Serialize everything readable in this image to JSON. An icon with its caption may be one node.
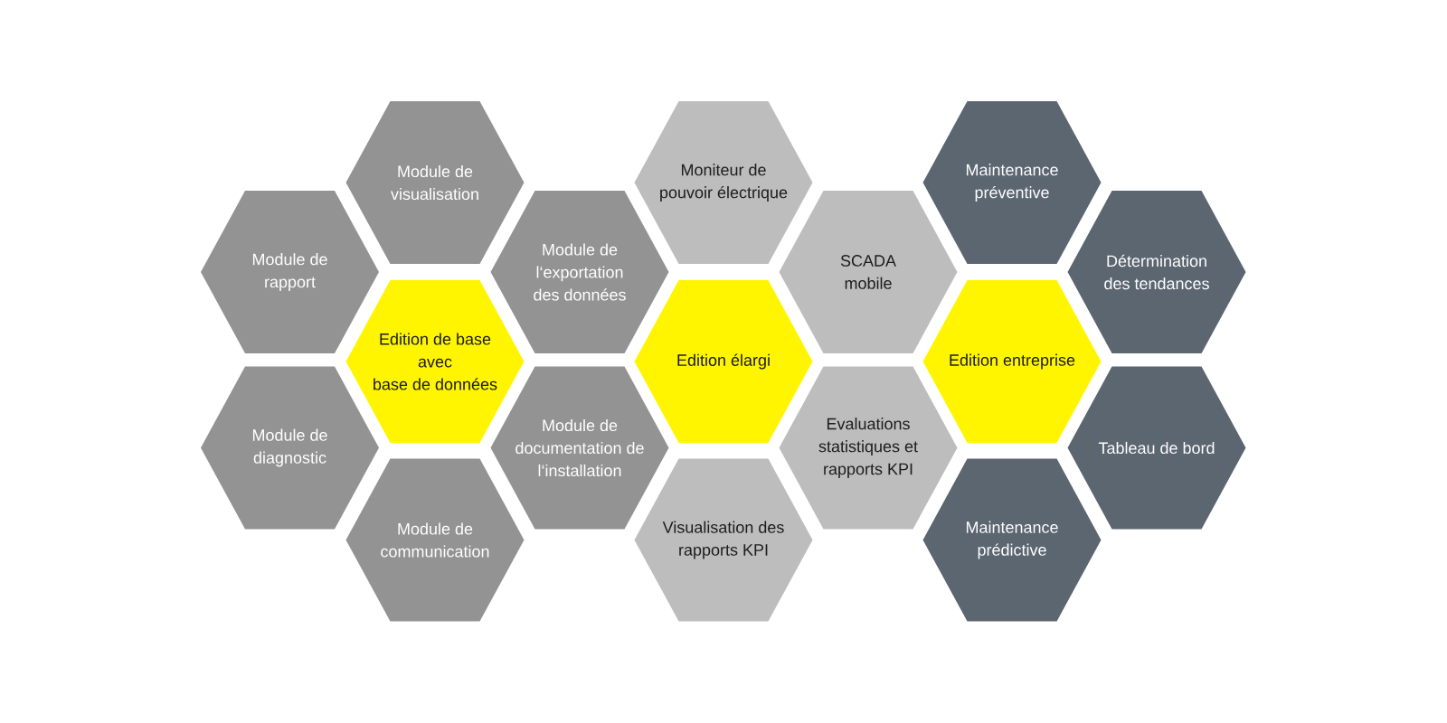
{
  "diagram": {
    "nodes": [
      {
        "text": [
          "Module de visualisation"
        ]
      },
      {
        "text": [
          "Moniteur de pouvoir électrique"
        ]
      },
      {
        "text": [
          "Maintenance préventive"
        ]
      },
      {
        "text": [
          "Module de rapport"
        ]
      },
      {
        "text": [
          "Module de l‘exportation des données"
        ]
      },
      {
        "text": [
          "SCADA mobile"
        ]
      },
      {
        "text": [
          "Détermination des tendances"
        ]
      },
      {
        "text": [
          "Edition de base avec base de données"
        ]
      },
      {
        "text": [
          "Edition élargi"
        ]
      },
      {
        "text": [
          "Edition entreprise"
        ]
      },
      {
        "text": [
          "Module de diagnostic"
        ]
      },
      {
        "text": [
          "Module de documentation de l‘installation"
        ]
      },
      {
        "text": [
          "Evaluations statistiques et rapports KPI"
        ]
      },
      {
        "text": [
          "Tableau de bord"
        ]
      },
      {
        "text": [
          "Module de communication"
        ]
      },
      {
        "text": [
          "Visualisation des rapports KPI"
        ]
      },
      {
        "text": [
          "Maintenance prédictive"
        ]
      }
    ]
  }
}
